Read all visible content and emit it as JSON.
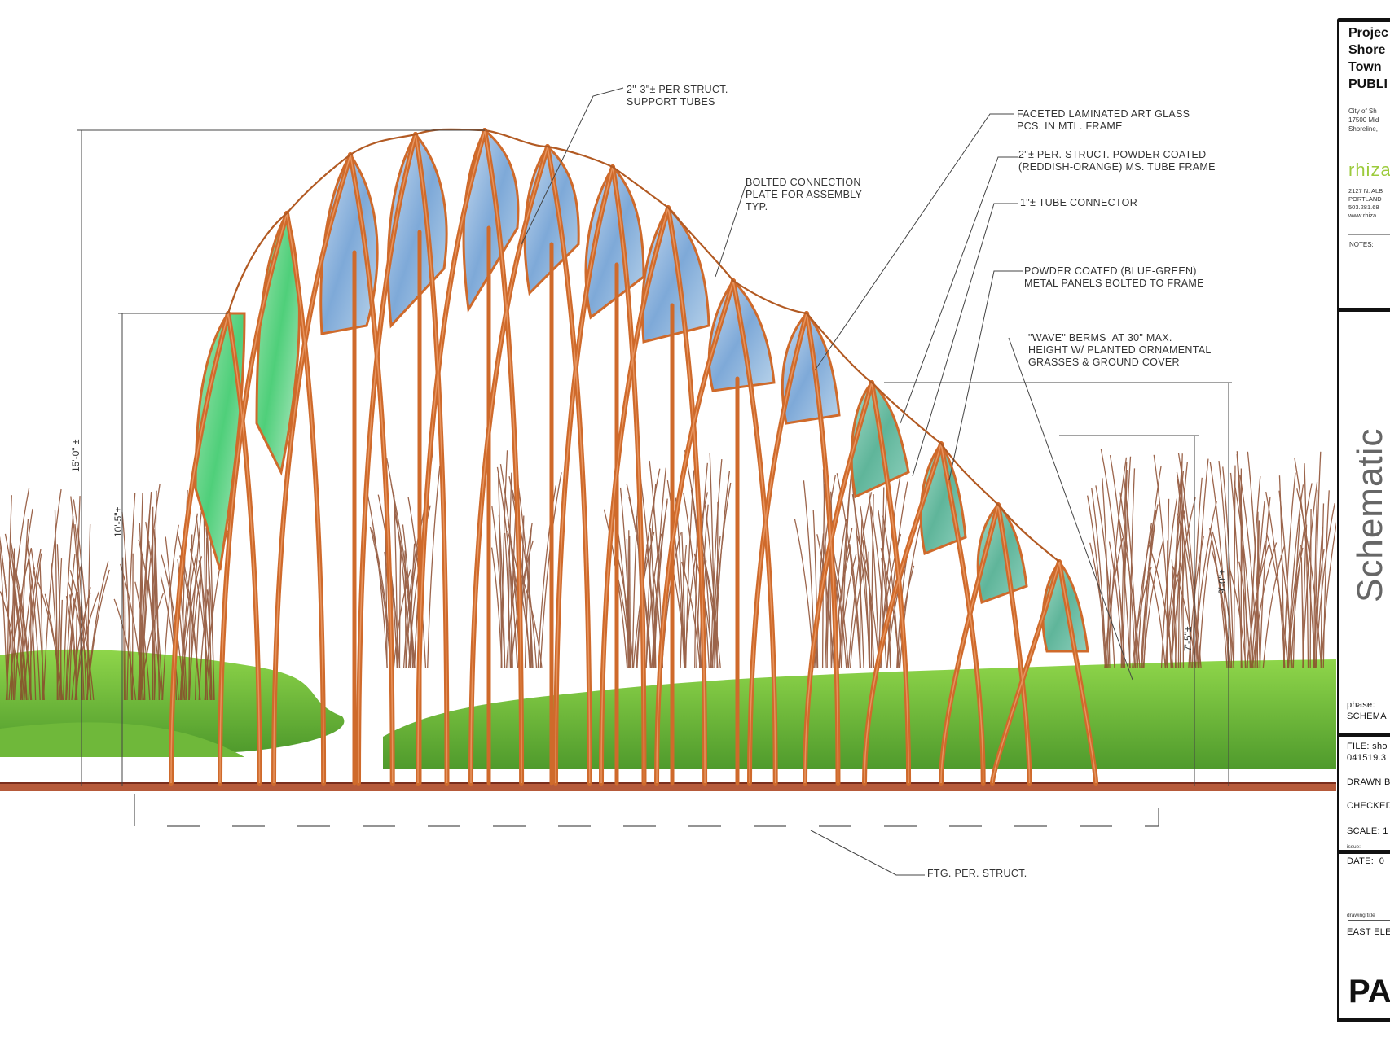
{
  "annotations": {
    "support_tubes": "2\"-3\"± PER STRUCT.\nSUPPORT TUBES",
    "bolted_plate": "BOLTED CONNECTION\nPLATE FOR ASSEMBLY\nTYP.",
    "art_glass": "FACETED LAMINATED ART GLASS\nPCS. IN MTL. FRAME",
    "tube_frame": "2\"± PER. STRUCT. POWDER COATED\n(REDDISH-ORANGE) MS. TUBE FRAME",
    "tube_connector": "1\"± TUBE CONNECTOR",
    "metal_panels": "POWDER COATED (BLUE-GREEN)\nMETAL PANELS BOLTED TO FRAME",
    "wave_berms": "\"WAVE\" BERMS  AT 30\" MAX.\nHEIGHT W/ PLANTED ORNAMENTAL\nGRASSES & GROUND COVER",
    "footing": "FTG. PER. STRUCT."
  },
  "dimensions": {
    "overall_height": "15'-0\" ±",
    "left_height": "10'-5\"±",
    "right_height_a": "7'-5\"±",
    "right_height_b": "9'-0\"±"
  },
  "title_block": {
    "project": "Projec\nShore\nTown\nPUBLI",
    "client_address": "City of Sh\n17500 Mid\nShoreline,",
    "firm": "rhiza",
    "firm_address": "2127 N. ALB\nPORTLAND\n503.281.68\nwww.rhiza",
    "notes_label": "NOTES:",
    "stamp": "Schematic",
    "phase_label": "phase:",
    "phase_value": "SCHEMA",
    "file": "FILE: sho\n041519.3",
    "drawn_by": "DRAWN B",
    "checked_by": "CHECKED",
    "scale": "SCALE: 1",
    "issue_label": "issue:",
    "date": "DATE:  0",
    "drawing_title_label": "drawing title",
    "drawing_title": "EAST ELE",
    "sheet": "PA"
  },
  "colors": {
    "frame": "#cf6a2b",
    "glass": "#8fb8e0",
    "panel": "#6fc7b1",
    "grass": "#7fc43d",
    "reeds": "#8a4a2c"
  }
}
